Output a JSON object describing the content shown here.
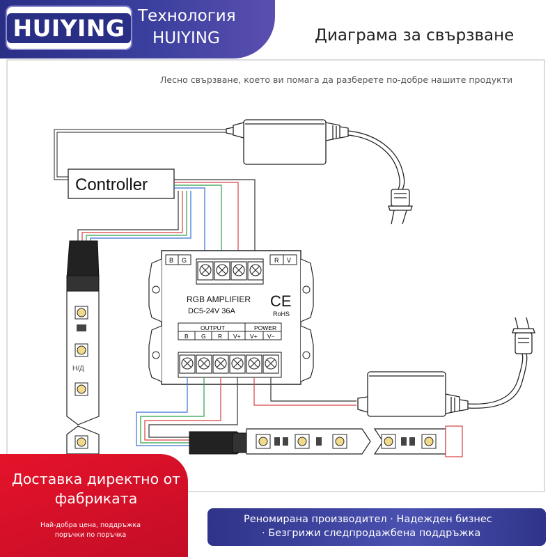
{
  "header": {
    "brand_name": "HUIYING",
    "brand_sub_1": "Технология",
    "brand_sub_2": "HUIYING",
    "title": "Диаграма за свързване",
    "subtitle": "Лесно свързване, което ви помага да разберете по-добре нашите продукти"
  },
  "diagram": {
    "controller_label": "Controller",
    "amplifier": {
      "model": "RGB  AMPLIFIER",
      "rating": "DC5-24V  36A",
      "ce_mark": "CE",
      "rohs_mark": "RoHS",
      "input_labels_left": [
        "B",
        "G"
      ],
      "input_labels_right": [
        "R",
        "V"
      ],
      "output_group": "OUTPUT",
      "power_group": "POWER",
      "output_terminals": [
        "B",
        "G",
        "R",
        "V+",
        "V+",
        "V−"
      ]
    },
    "strip_label": "Н/Д",
    "wire_colors": {
      "blue": "#3b6fd6",
      "green": "#2e9e4a",
      "red": "#d64040",
      "black": "#333333"
    }
  },
  "promo": {
    "title": "Доставка директно от фабриката",
    "sub": "Най-добра цена, поддръжка поръчки по поръчка"
  },
  "features": {
    "line1": "Реномирана производител · Надежден бизнес",
    "line2": "· Безгрижи следпродажбена поддръжка"
  },
  "colors": {
    "banner": "#2a2f86",
    "promo_red": "#d8102a",
    "feature_blue": "#3a40a0"
  }
}
